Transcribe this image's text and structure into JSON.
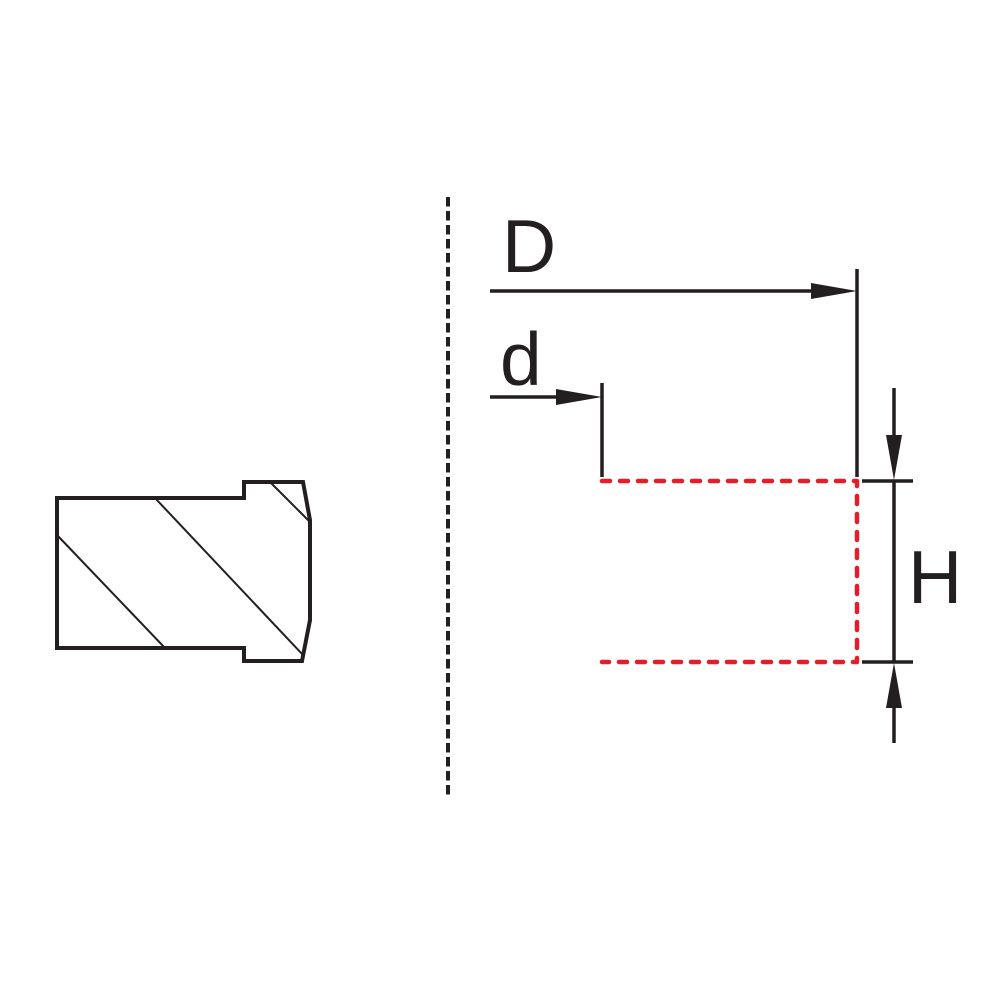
{
  "figure": {
    "labels": {
      "outer_diameter": "D",
      "inner_diameter": "d",
      "groove_height": "H"
    },
    "colors": {
      "line": "#231f20",
      "highlight": "#e31e2b",
      "background": "#ffffff"
    }
  }
}
